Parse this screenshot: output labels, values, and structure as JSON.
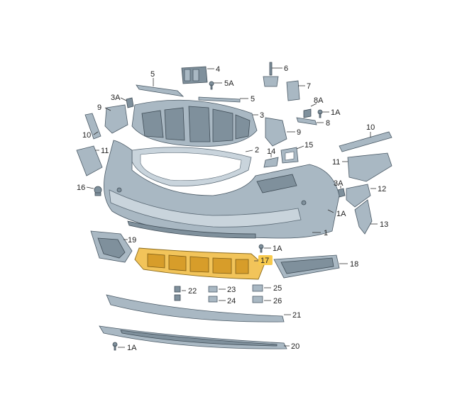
{
  "diagram": {
    "callouts": [
      {
        "id": "c-4",
        "label": "4"
      },
      {
        "id": "c-5a",
        "label": "5"
      },
      {
        "id": "c-5A",
        "label": "5A"
      },
      {
        "id": "c-5b",
        "label": "5"
      },
      {
        "id": "c-6",
        "label": "6"
      },
      {
        "id": "c-7",
        "label": "7"
      },
      {
        "id": "c-3A",
        "label": "3A"
      },
      {
        "id": "c-9a",
        "label": "9"
      },
      {
        "id": "c-3",
        "label": "3"
      },
      {
        "id": "c-8A",
        "label": "8A"
      },
      {
        "id": "c-1Aa",
        "label": "1A"
      },
      {
        "id": "c-8",
        "label": "8"
      },
      {
        "id": "c-10a",
        "label": "10"
      },
      {
        "id": "c-9b",
        "label": "9"
      },
      {
        "id": "c-10b",
        "label": "10"
      },
      {
        "id": "c-11a",
        "label": "11"
      },
      {
        "id": "c-2",
        "label": "2"
      },
      {
        "id": "c-14",
        "label": "14"
      },
      {
        "id": "c-15",
        "label": "15"
      },
      {
        "id": "c-11b",
        "label": "11"
      },
      {
        "id": "c-16",
        "label": "16"
      },
      {
        "id": "c-3Ab",
        "label": "3A"
      },
      {
        "id": "c-12",
        "label": "12"
      },
      {
        "id": "c-1Ab",
        "label": "1A"
      },
      {
        "id": "c-13",
        "label": "13"
      },
      {
        "id": "c-1",
        "label": "1"
      },
      {
        "id": "c-19",
        "label": "19"
      },
      {
        "id": "c-1Ac",
        "label": "1A"
      },
      {
        "id": "c-17",
        "label": "17"
      },
      {
        "id": "c-18",
        "label": "18"
      },
      {
        "id": "c-22",
        "label": "22"
      },
      {
        "id": "c-23",
        "label": "23"
      },
      {
        "id": "c-25",
        "label": "25"
      },
      {
        "id": "c-24",
        "label": "24"
      },
      {
        "id": "c-26",
        "label": "26"
      },
      {
        "id": "c-21",
        "label": "21"
      },
      {
        "id": "c-1Ad",
        "label": "1A"
      },
      {
        "id": "c-20",
        "label": "20"
      }
    ],
    "highlight_color": "#f2c45a",
    "part_color": "#a9b8c3"
  }
}
